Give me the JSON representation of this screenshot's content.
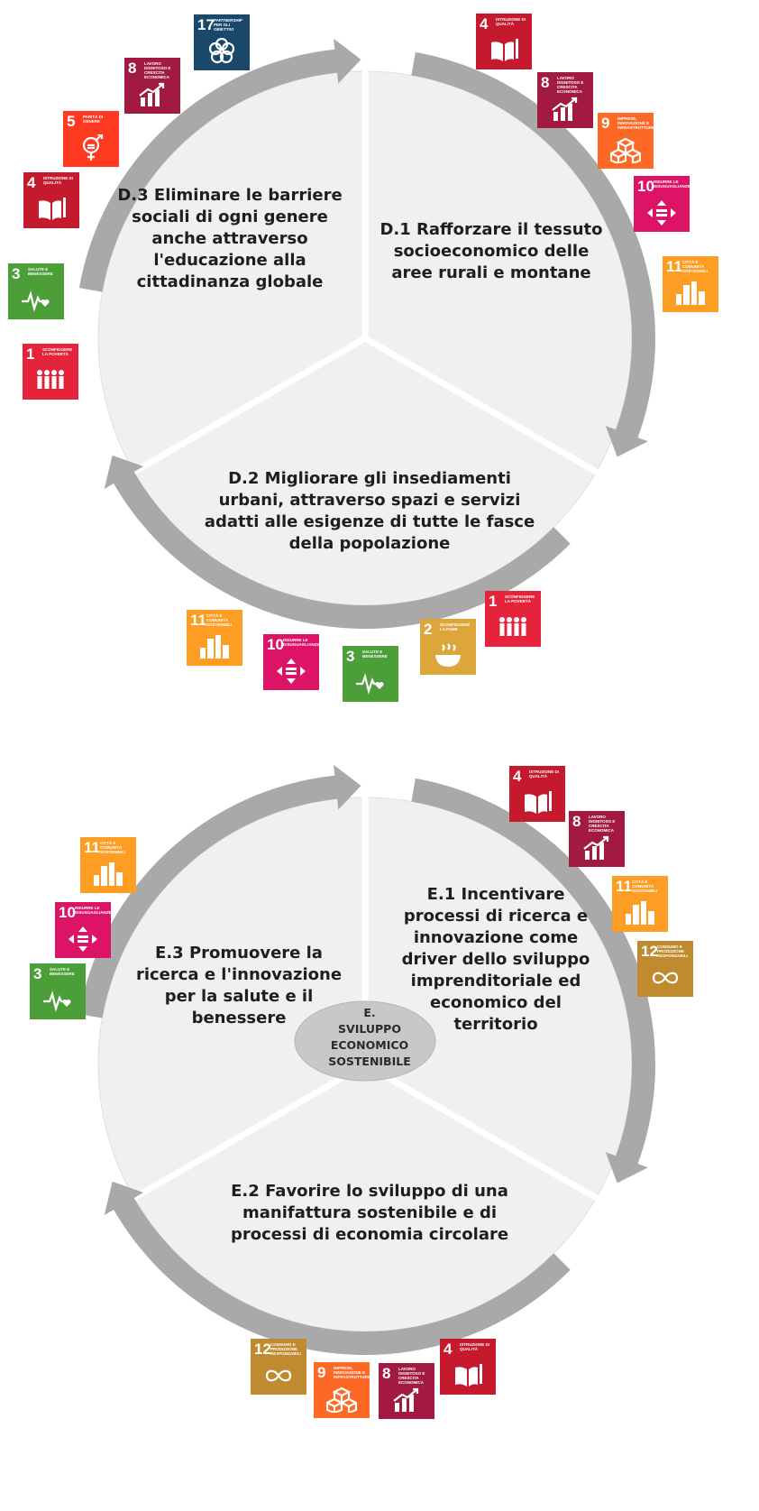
{
  "diagram_d": {
    "objectives": {
      "d1": [
        "D.1 Rafforzare il tessuto",
        "socioeconomico  delle",
        "aree rurali e montane"
      ],
      "d2": [
        "D.2 Migliorare gli insediamenti",
        "urbani, attraverso spazi e servizi",
        "adatti alle esigenze di tutte le fasce",
        "della popolazione"
      ],
      "d3": [
        "D.3 Eliminare le barriere",
        "sociali di ogni genere",
        "anche attraverso",
        "l'educazione alla",
        "cittadinanza globale"
      ]
    }
  },
  "diagram_e": {
    "center": [
      "E.",
      "SVILUPPO",
      "ECONOMICO",
      "SOSTENIBILE"
    ],
    "objectives": {
      "e1": [
        "E.1 Incentivare",
        "processi di ricerca e",
        "innovazione come",
        "driver dello sviluppo",
        "imprenditoriale ed",
        "economico del",
        "territorio"
      ],
      "e2": [
        "E.2 Favorire lo sviluppo di una",
        "manifattura sostenibile e di",
        "processi di economia circolare"
      ],
      "e3": [
        "E.3 Promuovere la",
        "ricerca e l'innovazione",
        "per la salute e il",
        "benessere"
      ]
    }
  },
  "sdg": {
    "1": {
      "num": "1",
      "label": "Sconfiggere la povertà",
      "color": "#e5243b",
      "icon": "family-icon"
    },
    "2": {
      "num": "2",
      "label": "Sconfiggere la fame",
      "color": "#dda63a",
      "icon": "bowl-icon"
    },
    "3": {
      "num": "3",
      "label": "Salute e benessere",
      "color": "#4c9f38",
      "icon": "heartbeat-icon"
    },
    "4": {
      "num": "4",
      "label": "Istruzione di qualità",
      "color": "#c5192d",
      "icon": "book-icon"
    },
    "5": {
      "num": "5",
      "label": "Parità di genere",
      "color": "#ff3a21",
      "icon": "gender-icon"
    },
    "8": {
      "num": "8",
      "label": "Lavoro dignitoso e crescita economica",
      "color": "#a21942",
      "icon": "growth-chart-icon"
    },
    "9": {
      "num": "9",
      "label": "Imprese, innovazione e infrastrutture",
      "color": "#fd6925",
      "icon": "cubes-icon"
    },
    "10": {
      "num": "10",
      "label": "Ridurre le disuguaglianze",
      "color": "#dd1367",
      "icon": "equality-icon"
    },
    "11": {
      "num": "11",
      "label": "Città e comunità sostenibili",
      "color": "#fd9d24",
      "icon": "city-icon"
    },
    "12": {
      "num": "12",
      "label": "Consumo e produzione responsabili",
      "color": "#bf8b2e",
      "icon": "infinity-icon"
    },
    "17": {
      "num": "17",
      "label": "Partnership per gli obiettivi",
      "color": "#19486a",
      "icon": "partnership-icon"
    }
  },
  "style": {
    "panel_fill": "#f0f0f0",
    "arrow_fill": "#a9a9a9",
    "center_fill": "#c8c8c8"
  }
}
